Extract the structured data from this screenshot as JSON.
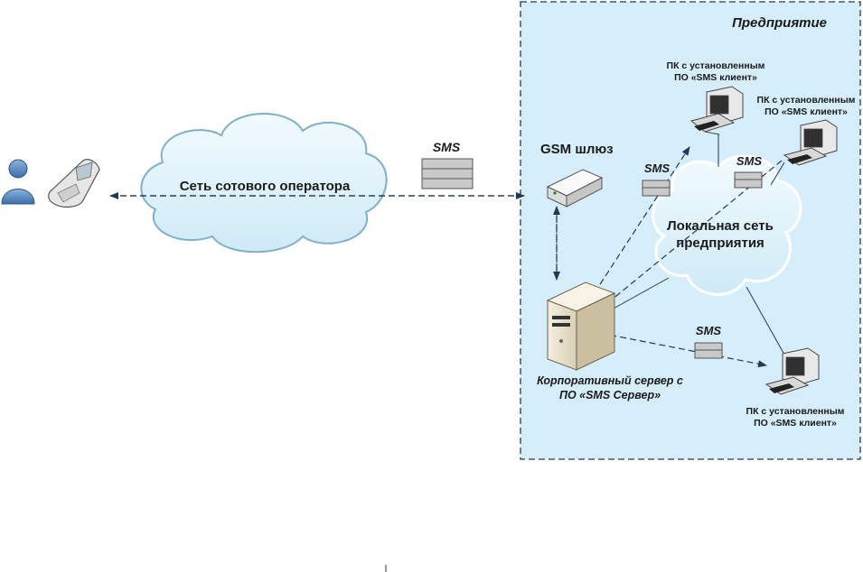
{
  "enterprise": {
    "title": "Предприятие",
    "zone_color": "#d6eefb",
    "border_color": "#1f3b57"
  },
  "operator_network": {
    "label": "Сеть сотового оператора"
  },
  "local_network": {
    "label_line1": "Локальная сеть",
    "label_line2": "предприятия"
  },
  "gateway": {
    "label": "GSM шлюз",
    "icon": "gsm-gateway-icon"
  },
  "server": {
    "label_line1": "Корпоративный сервер с",
    "label_line2": "ПО «SMS Сервер»",
    "icon": "server-tower-icon"
  },
  "clients": [
    {
      "line1": "ПК с установленным",
      "line2": "ПО «SMS клиент»"
    },
    {
      "line1": "ПК с установленным",
      "line2": "ПО «SMS клиент»"
    },
    {
      "line1": "ПК с установленным",
      "line2": "ПО «SMS клиент»"
    }
  ],
  "sms_labels": [
    "SMS",
    "SMS",
    "SMS",
    "SMS"
  ],
  "user": {
    "icons": [
      "user-icon",
      "mobile-phone-icon"
    ]
  }
}
